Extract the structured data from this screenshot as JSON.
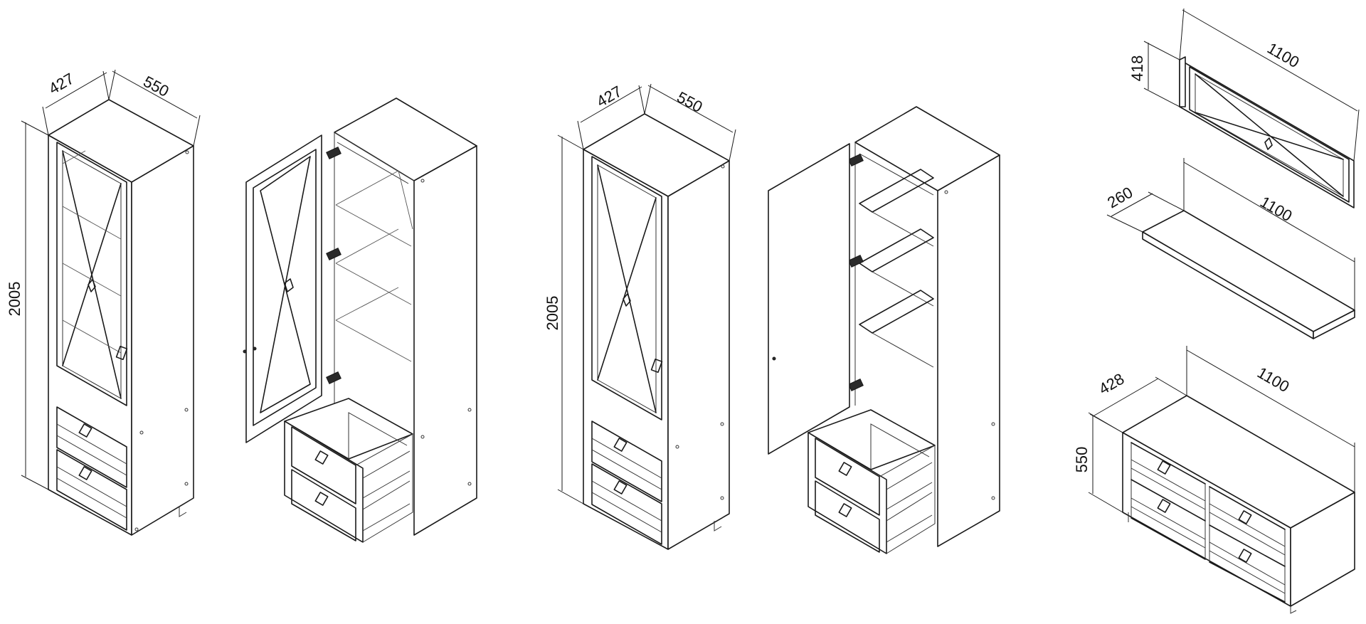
{
  "dimensions": {
    "cab1_depth": "427",
    "cab1_width": "550",
    "cab1_height": "2005",
    "cab2_depth": "427",
    "cab2_width": "550",
    "cab2_height": "2005",
    "panel_width": "1100",
    "panel_height": "418",
    "shelf_depth": "260",
    "shelf_width": "1100",
    "chest_depth": "428",
    "chest_width": "1100",
    "chest_height": "550"
  },
  "colors": {
    "line": "#1a1a1a",
    "background": "#ffffff"
  }
}
